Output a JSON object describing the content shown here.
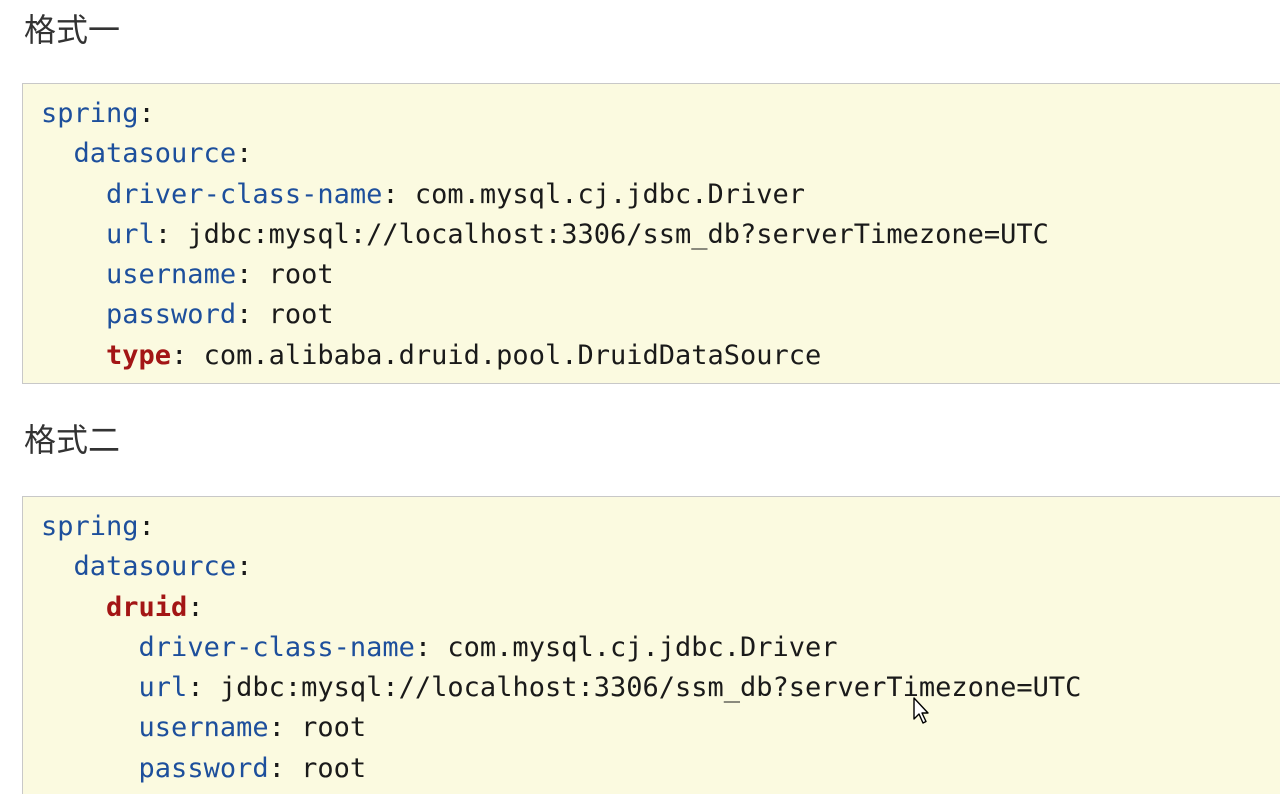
{
  "section1": {
    "heading": "格式一",
    "lines": [
      {
        "indent": "",
        "key": "spring",
        "colon": ":",
        "value": ""
      },
      {
        "indent": "  ",
        "key": "datasource",
        "colon": ":",
        "value": ""
      },
      {
        "indent": "    ",
        "key": "driver-class-name",
        "colon": ":",
        "value": " com.mysql.cj.jdbc.Driver"
      },
      {
        "indent": "    ",
        "key": "url",
        "colon": ":",
        "value": " jdbc:mysql://localhost:3306/ssm_db?serverTimezone=UTC"
      },
      {
        "indent": "    ",
        "key": "username",
        "colon": ":",
        "value": " root"
      },
      {
        "indent": "    ",
        "key": "password",
        "colon": ":",
        "value": " root"
      },
      {
        "indent": "    ",
        "key": "type",
        "colon": ":",
        "value": " com.alibaba.druid.pool.DruidDataSource"
      }
    ]
  },
  "section2": {
    "heading": "格式二",
    "lines": [
      {
        "indent": "",
        "key": "spring",
        "colon": ":",
        "value": ""
      },
      {
        "indent": "  ",
        "key": "datasource",
        "colon": ":",
        "value": ""
      },
      {
        "indent": "    ",
        "key": "druid",
        "colon": ":",
        "value": ""
      },
      {
        "indent": "      ",
        "key": "driver-class-name",
        "colon": ":",
        "value": " com.mysql.cj.jdbc.Driver"
      },
      {
        "indent": "      ",
        "key": "url",
        "colon": ":",
        "value": " jdbc:mysql://localhost:3306/ssm_db?serverTimezone=UTC"
      },
      {
        "indent": "      ",
        "key": "username",
        "colon": ":",
        "value": " root"
      },
      {
        "indent": "      ",
        "key": "password",
        "colon": ":",
        "value": " root"
      }
    ]
  },
  "colors": {
    "key": "#1d4f9c",
    "keyword": "#a31515",
    "code_background": "#fbfae0"
  },
  "icons": {
    "cursor": "mouse-pointer-icon"
  }
}
